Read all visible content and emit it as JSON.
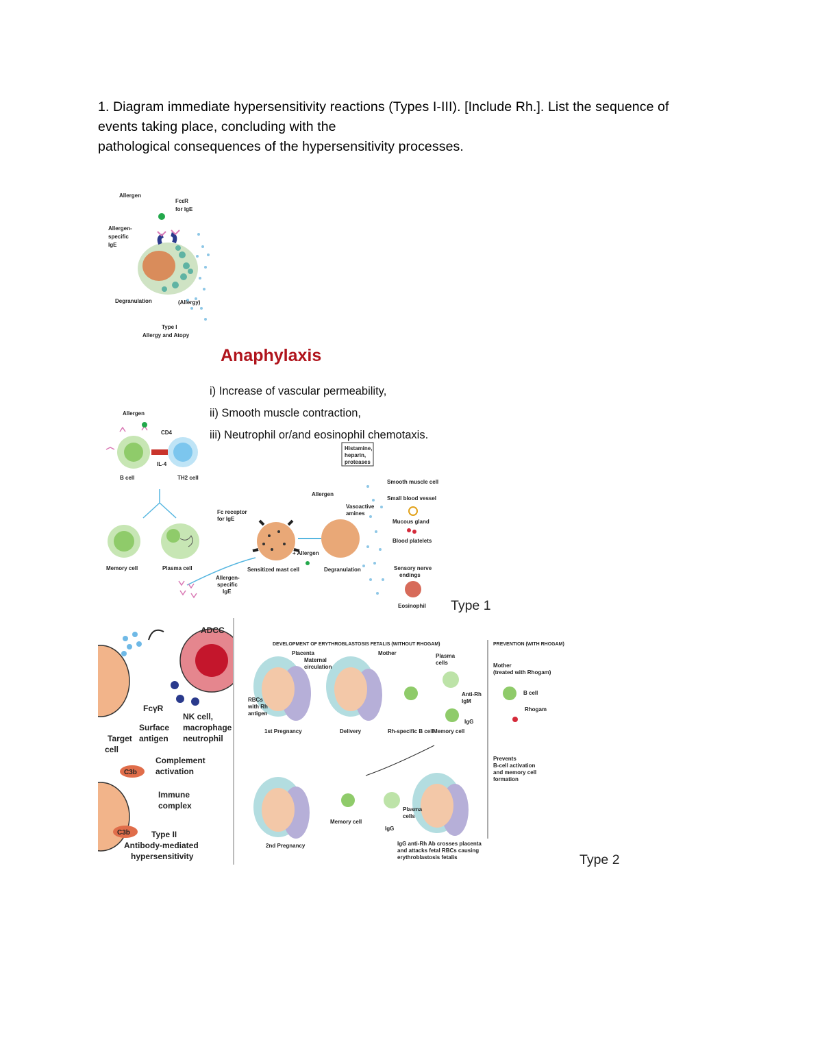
{
  "question": {
    "line1": "1. Diagram immediate hypersensitivity reactions (Types I-III). [Include Rh.]. List the sequence of",
    "line2": "events taking place, concluding with the",
    "line3": "pathological consequences of the hypersensitivity processes."
  },
  "fig_type1_small": {
    "allergen": "Allergen",
    "fceri_1": "FcεR",
    "fceri_2": "for IgE",
    "ige_1": "Allergen-",
    "ige_2": "specific",
    "ige_3": "IgE",
    "degranulation": "Degranulation",
    "allergy": "(Allergy)",
    "type": "Type I",
    "subtitle": "Allergy and Atopy"
  },
  "anaphylaxis": {
    "title": "Anaphylaxis",
    "items": [
      "i) Increase of vascular permeability,",
      "ii) Smooth muscle contraction,",
      "iii) Neutrophil or/and eosinophil chemotaxis."
    ]
  },
  "fig_type1_large": {
    "allergen": "Allergen",
    "cd4": "CD4",
    "il4": "IL-4",
    "bcell": "B cell",
    "th2": "TH2 cell",
    "memory": "Memory cell",
    "plasma": "Plasma cell",
    "fc_receptor_1": "Fc receptor",
    "fc_receptor_2": "for IgE",
    "sensitized": "Sensitized mast cell",
    "plus_allergen": "+ Allergen",
    "degranulation": "Degranulation",
    "allergen_2": "Allergen",
    "vasoactive_1": "Vasoactive",
    "vasoactive_2": "amines",
    "ige_1": "Allergen-",
    "ige_2": "specific",
    "ige_3": "IgE",
    "box_1": "Histamine,",
    "box_2": "heparin,",
    "box_3": "proteases",
    "targets": [
      "Smooth muscle cell",
      "Small blood vessel",
      "Mucous gland",
      "Blood platelets",
      "Sensory nerve",
      "endings",
      "Eosinophil"
    ]
  },
  "type1_label": "Type 1",
  "fig_type2_left": {
    "adcc": "ADCC",
    "fcyr": "FcγR",
    "nk_1": "NK cell,",
    "nk_2": "macrophage",
    "nk_3": "neutrophil",
    "surface_1": "Surface",
    "surface_2": "antigen",
    "target_1": "Target",
    "target_2": "cell",
    "complement_1": "Complement",
    "complement_2": "activation",
    "c3b": "C3b",
    "immune_1": "Immune",
    "immune_2": "complex",
    "type": "Type II",
    "sub_1": "Antibody-mediated",
    "sub_2": "hypersensitivity"
  },
  "fig_rh": {
    "header_left": "DEVELOPMENT OF ERYTHROBLASTOSIS FETALIS (WITHOUT RHOGAM)",
    "header_right": "PREVENTION (WITH RHOGAM)",
    "placenta": "Placenta",
    "maternal_1": "Maternal",
    "maternal_2": "circulation",
    "mother": "Mother",
    "plasma_1": "Plasma",
    "plasma_2": "cells",
    "rbcs_1": "RBCs",
    "rbcs_2": "with Rh",
    "rbcs_3": "antigen",
    "anti_rh_1": "Anti-Rh",
    "anti_rh_2": "IgM",
    "igg": "IgG",
    "first": "1st Pregnancy",
    "delivery": "Delivery",
    "rh_bcell": "Rh-specific B cell",
    "memory": "Memory cell",
    "mother_r1": "Mother",
    "mother_r2": "(treated with Rhogam)",
    "bcell": "B cell",
    "rhogam": "Rhogam",
    "prevents_1": "Prevents",
    "prevents_2": "B-cell activation",
    "prevents_3": "and memory cell",
    "prevents_4": "formation",
    "second": "2nd Pregnancy",
    "memory_2": "Memory cell",
    "plasma_b1": "Plasma",
    "plasma_b2": "cells",
    "igg_2": "IgG",
    "cross_1": "IgG anti-Rh Ab crosses placenta",
    "cross_2": "and attacks fetal RBCs causing",
    "cross_3": "erythroblastosis fetalis"
  },
  "type2_label": "Type 2",
  "colors": {
    "anaphylaxis_title": "#b0141c",
    "cell_green": "#9fd07c",
    "cell_blue": "#7cc6ee",
    "mast_orange": "#e9a877",
    "nk_red": "#c4162c"
  }
}
